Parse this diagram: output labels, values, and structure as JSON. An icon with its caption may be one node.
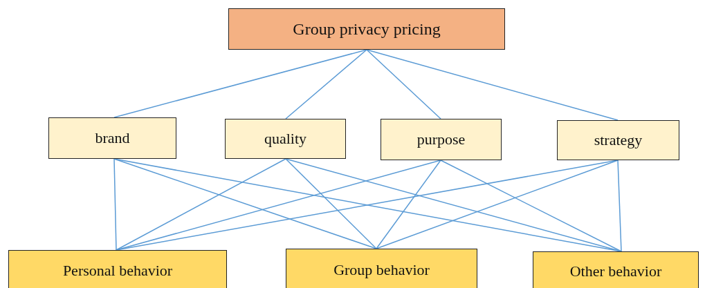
{
  "diagram": {
    "nodes": [
      {
        "text": [
          "Group privacy pricing"
        ]
      },
      {
        "text": [
          "brand"
        ]
      },
      {
        "text": [
          "quality"
        ]
      },
      {
        "text": [
          "purpose"
        ]
      },
      {
        "text": [
          "strategy"
        ]
      },
      {
        "text": [
          "Personal behavior"
        ]
      },
      {
        "text": [
          "Group behavior"
        ]
      },
      {
        "text": [
          "Other behavior"
        ]
      }
    ],
    "edges": [
      {
        "from": 0,
        "to": 1,
        "arrow": "none"
      },
      {
        "from": 0,
        "to": 2,
        "arrow": "none"
      },
      {
        "from": 0,
        "to": 3,
        "arrow": "none"
      },
      {
        "from": 0,
        "to": 4,
        "arrow": "none"
      },
      {
        "from": 1,
        "to": 5,
        "arrow": "none"
      },
      {
        "from": 1,
        "to": 6,
        "arrow": "none"
      },
      {
        "from": 1,
        "to": 7,
        "arrow": "none"
      },
      {
        "from": 2,
        "to": 5,
        "arrow": "none"
      },
      {
        "from": 2,
        "to": 6,
        "arrow": "none"
      },
      {
        "from": 2,
        "to": 7,
        "arrow": "none"
      },
      {
        "from": 3,
        "to": 5,
        "arrow": "none"
      },
      {
        "from": 3,
        "to": 6,
        "arrow": "none"
      },
      {
        "from": 3,
        "to": 7,
        "arrow": "none"
      },
      {
        "from": 4,
        "to": 5,
        "arrow": "none"
      },
      {
        "from": 4,
        "to": 6,
        "arrow": "none"
      },
      {
        "from": 4,
        "to": 7,
        "arrow": "none"
      }
    ]
  }
}
